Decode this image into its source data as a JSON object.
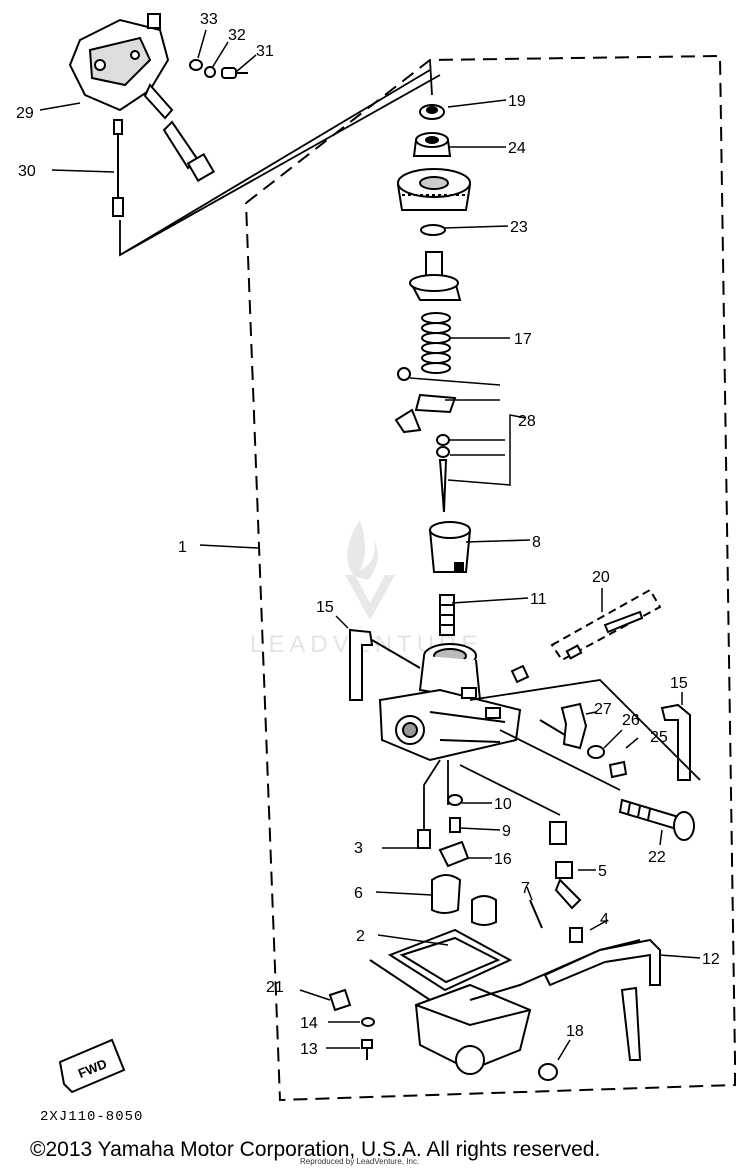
{
  "diagram": {
    "drawing_code": "2XJ110-8050",
    "copyright": "©2013 Yamaha Motor Corporation, U.S.A. All rights reserved.",
    "watermark_text": "LEADVENTURE",
    "reproduced_by": "Reproduced by LeadVenture, Inc.",
    "fwd_label": "FWD",
    "colors": {
      "ink": "#000000",
      "watermark": "#e4e4e4",
      "background": "#ffffff"
    }
  },
  "callouts": [
    {
      "id": "c1",
      "text": "1"
    },
    {
      "id": "c2",
      "text": "2"
    },
    {
      "id": "c3",
      "text": "3"
    },
    {
      "id": "c4",
      "text": "4"
    },
    {
      "id": "c5",
      "text": "5"
    },
    {
      "id": "c6",
      "text": "6"
    },
    {
      "id": "c7",
      "text": "7"
    },
    {
      "id": "c8",
      "text": "8"
    },
    {
      "id": "c9",
      "text": "9"
    },
    {
      "id": "c10",
      "text": "10"
    },
    {
      "id": "c11",
      "text": "11"
    },
    {
      "id": "c12",
      "text": "12"
    },
    {
      "id": "c13",
      "text": "13"
    },
    {
      "id": "c14",
      "text": "14"
    },
    {
      "id": "c15a",
      "text": "15"
    },
    {
      "id": "c15b",
      "text": "15"
    },
    {
      "id": "c16",
      "text": "16"
    },
    {
      "id": "c17",
      "text": "17"
    },
    {
      "id": "c18",
      "text": "18"
    },
    {
      "id": "c19",
      "text": "19"
    },
    {
      "id": "c20",
      "text": "20"
    },
    {
      "id": "c21",
      "text": "21"
    },
    {
      "id": "c22",
      "text": "22"
    },
    {
      "id": "c23",
      "text": "23"
    },
    {
      "id": "c24",
      "text": "24"
    },
    {
      "id": "c25",
      "text": "25"
    },
    {
      "id": "c26",
      "text": "26"
    },
    {
      "id": "c27",
      "text": "27"
    },
    {
      "id": "c28",
      "text": "28"
    },
    {
      "id": "c29",
      "text": "29"
    },
    {
      "id": "c30",
      "text": "30"
    },
    {
      "id": "c31",
      "text": "31"
    },
    {
      "id": "c32",
      "text": "32"
    },
    {
      "id": "c33",
      "text": "33"
    }
  ]
}
